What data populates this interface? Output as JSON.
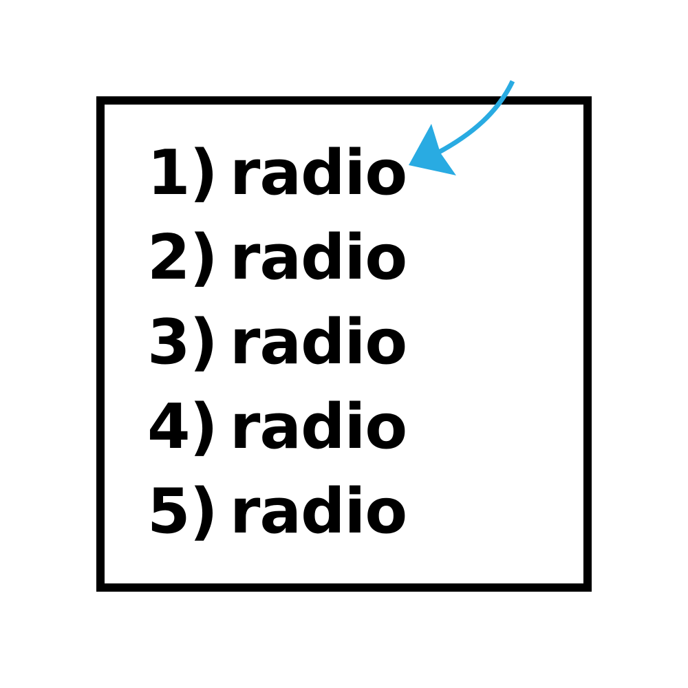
{
  "list": {
    "items": [
      {
        "number": "1)",
        "label": "radio"
      },
      {
        "number": "2)",
        "label": "radio"
      },
      {
        "number": "3)",
        "label": "radio"
      },
      {
        "number": "4)",
        "label": "radio"
      },
      {
        "number": "5)",
        "label": "radio"
      }
    ]
  },
  "colors": {
    "border": "#000000",
    "text": "#000000",
    "arrow": "#29abe2"
  },
  "annotation": {
    "icon": "curved-arrow-icon",
    "points_to_item": 1
  }
}
